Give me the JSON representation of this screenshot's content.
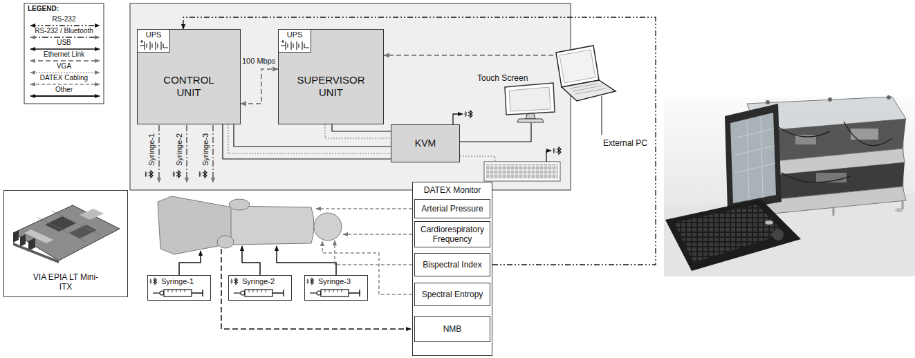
{
  "diagram": {
    "nodes": [
      {
        "text": [
          "CONTROL UNIT"
        ]
      },
      {
        "text": [
          "UPS"
        ],
        "in": 0
      },
      {
        "text": [
          "SUPERVISOR UNIT"
        ]
      },
      {
        "text": [
          "UPS"
        ],
        "in": 2
      },
      {
        "text": [
          "KVM"
        ]
      },
      {
        "text": [
          "Touch Screen"
        ]
      },
      {
        "text": [
          "External PC"
        ]
      },
      {
        "text": [
          "VIA EPIA LT Mini-ITX"
        ]
      },
      {
        "text": [
          "Syringe-1"
        ]
      },
      {
        "text": [
          "Syringe-2"
        ]
      },
      {
        "text": [
          "Syringe-3"
        ]
      },
      {
        "text": [
          "DATEX Monitor"
        ]
      },
      {
        "text": [
          "Arterial Pressure"
        ],
        "in": 11
      },
      {
        "text": [
          "Cardiorespiratory Frequency"
        ],
        "in": 11
      },
      {
        "text": [
          "Bispectral Index"
        ],
        "in": 11
      },
      {
        "text": [
          "Spectral Entropy"
        ],
        "in": 11
      },
      {
        "text": [
          "NMB"
        ],
        "in": 11
      }
    ],
    "edges": [
      {
        "from": 6,
        "to": 2,
        "arrow": "to"
      },
      {
        "from": 11,
        "to": 0,
        "arrow": "to"
      },
      {
        "from": 0,
        "to": 2,
        "arrow": "both",
        "label": "100 Mbps"
      },
      {
        "from": 0,
        "to": 4,
        "arrow": "none"
      },
      {
        "from": 0,
        "to": 4,
        "arrow": "none"
      },
      {
        "from": 0,
        "to": 4,
        "arrow": "none"
      },
      {
        "from": 2,
        "to": 4,
        "arrow": "none"
      },
      {
        "from": 2,
        "to": 4,
        "arrow": "none"
      },
      {
        "from": 4,
        "to": 5,
        "arrow": "none"
      }
    ],
    "labels": [
      "LEGEND:",
      "Syringe-1",
      "Syringe-2",
      "Syringe-3"
    ],
    "legend": [
      {
        "text": "RS-232"
      },
      {
        "text": "RS-232 / Bluetooth"
      },
      {
        "text": "USB"
      },
      {
        "text": "Ethernet Link"
      },
      {
        "text": "VGA"
      },
      {
        "text": "DATEX Cabling"
      },
      {
        "text": "Other"
      }
    ]
  }
}
